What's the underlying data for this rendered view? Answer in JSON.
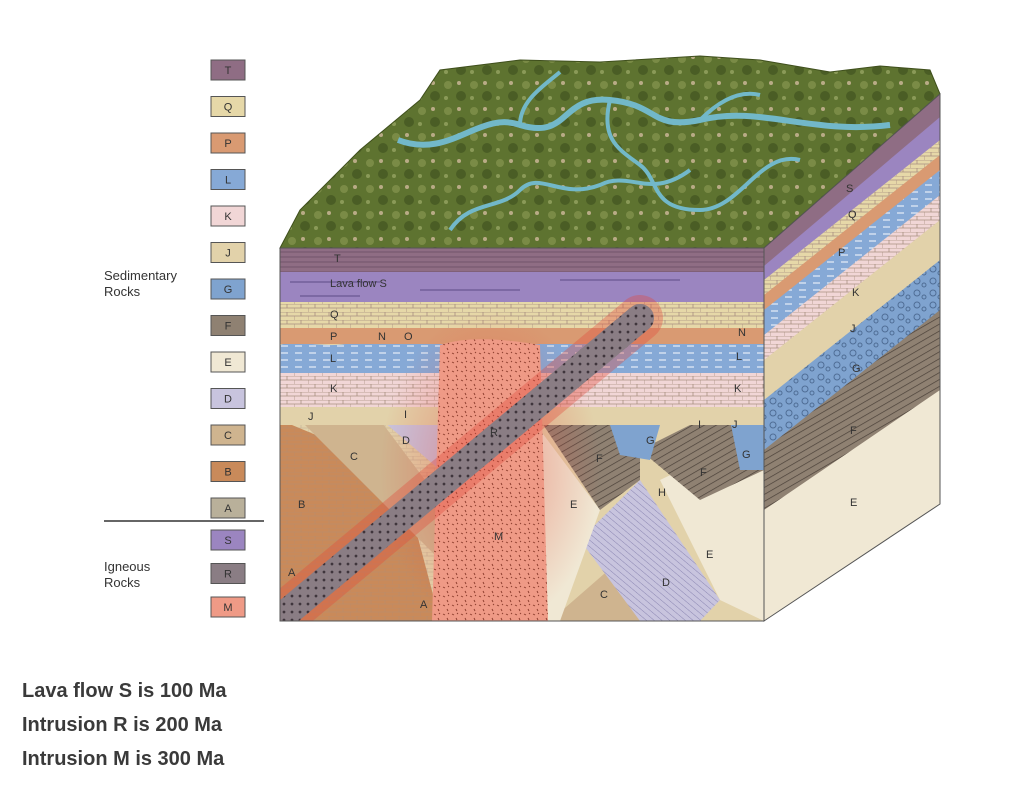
{
  "legend": {
    "sedimentary_label_1": "Sedimentary",
    "sedimentary_label_2": "Rocks",
    "igneous_label_1": "Igneous",
    "igneous_label_2": "Rocks",
    "sedimentary": [
      "T",
      "Q",
      "P",
      "L",
      "K",
      "J",
      "G",
      "F",
      "E",
      "D",
      "C",
      "B",
      "A"
    ],
    "igneous": [
      "S",
      "R",
      "M"
    ]
  },
  "block_labels": {
    "T": "T",
    "lava": "Lava flow S",
    "Q": "Q",
    "P": "P",
    "N": "N",
    "O": "O",
    "L": "L",
    "K": "K",
    "J": "J",
    "I": "I",
    "D": "D",
    "C": "C",
    "B": "B",
    "A": "A",
    "R": "R",
    "M": "M",
    "E": "E",
    "F": "F",
    "G": "G",
    "H": "H"
  },
  "captions": {
    "line1": "Lava flow S is 100 Ma",
    "line2": "Intrusion R is 200 Ma",
    "line3": "Intrusion M is 300 Ma"
  },
  "colors": {
    "T": "#8f6d84",
    "Q": "#e6d8a8",
    "P": "#d99a72",
    "L": "#86a9d6",
    "K": "#f1d6d6",
    "J": "#e2d2aa",
    "G": "#7fa3cf",
    "F": "#8f8172",
    "E": "#f0e8d4",
    "D": "#c8c4de",
    "C": "#cfb48f",
    "B": "#c98a5a",
    "A": "#b9b09a",
    "S": "#9b85c0",
    "R": "#8a7d84",
    "M": "#ef9a86",
    "land": "#5e7330",
    "river": "#72b8c9"
  }
}
